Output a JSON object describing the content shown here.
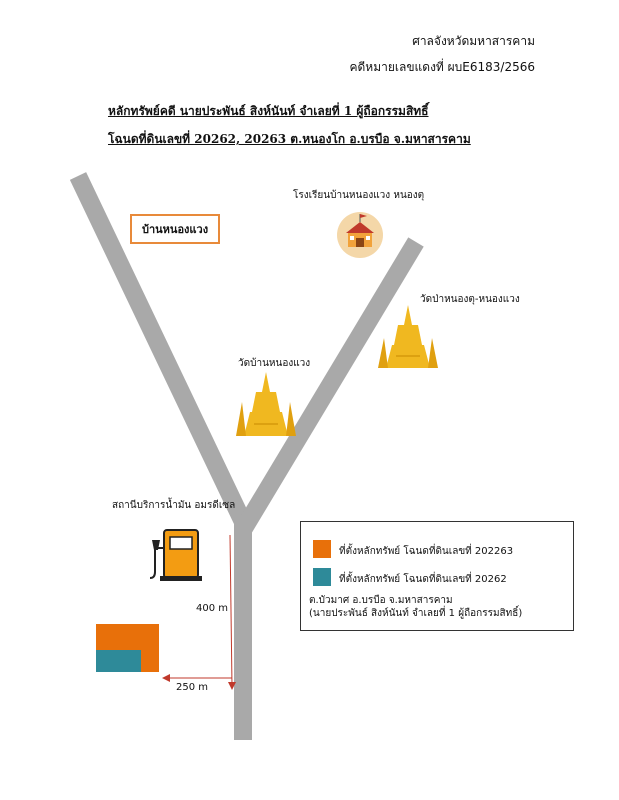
{
  "header": {
    "court": "ศาลจังหวัดมหาสารคาม",
    "case_number": "คดีหมายเลขแดงที่ ผบE6183/2566"
  },
  "title": {
    "line1": "หลักทรัพย์คดี นายประพันธ์ สิงห์นันท์ จำเลยที่ 1 ผู้ถือกรรมสิทธิ์",
    "line2": "โฉนดที่ดินเลขที่ 20262, 20263 ต.หนองโก อ.บรบือ จ.มหาสารคาม"
  },
  "places": {
    "village": "บ้านหนองแวง",
    "school": "โรงเรียนบ้านหนองแวง หนองตุ",
    "temple_right": "วัดป่าหนองตุ-หนองแวง",
    "temple_left": "วัดบ้านหนองแวง",
    "gas_station": "สถานีบริการน้ำมัน อมรดีเซล"
  },
  "distances": {
    "vertical": "400 m",
    "horizontal": "250 m"
  },
  "legend": {
    "item1": "ที่ตั้งหลักทรัพย์ โฉนดที่ดินเลขที่ 202263",
    "item2": "ที่ตั้งหลักทรัพย์ โฉนดที่ดินเลขที่ 20262",
    "note_line1": "ต.บัวมาศ  อ.บรบือ จ.มหาสารคาม",
    "note_line2": "(นายประพันธ์ สิงห์นันท์ จำเลยที่ 1 ผู้ถือกรรมสิทธิ์)"
  },
  "colors": {
    "road": "#a9a9a9",
    "parcel_orange": "#e8700a",
    "parcel_teal": "#2e8a99",
    "arrow": "#c0392b",
    "temple_gold": "#f0b820",
    "school_bg": "#f4d7a8"
  }
}
